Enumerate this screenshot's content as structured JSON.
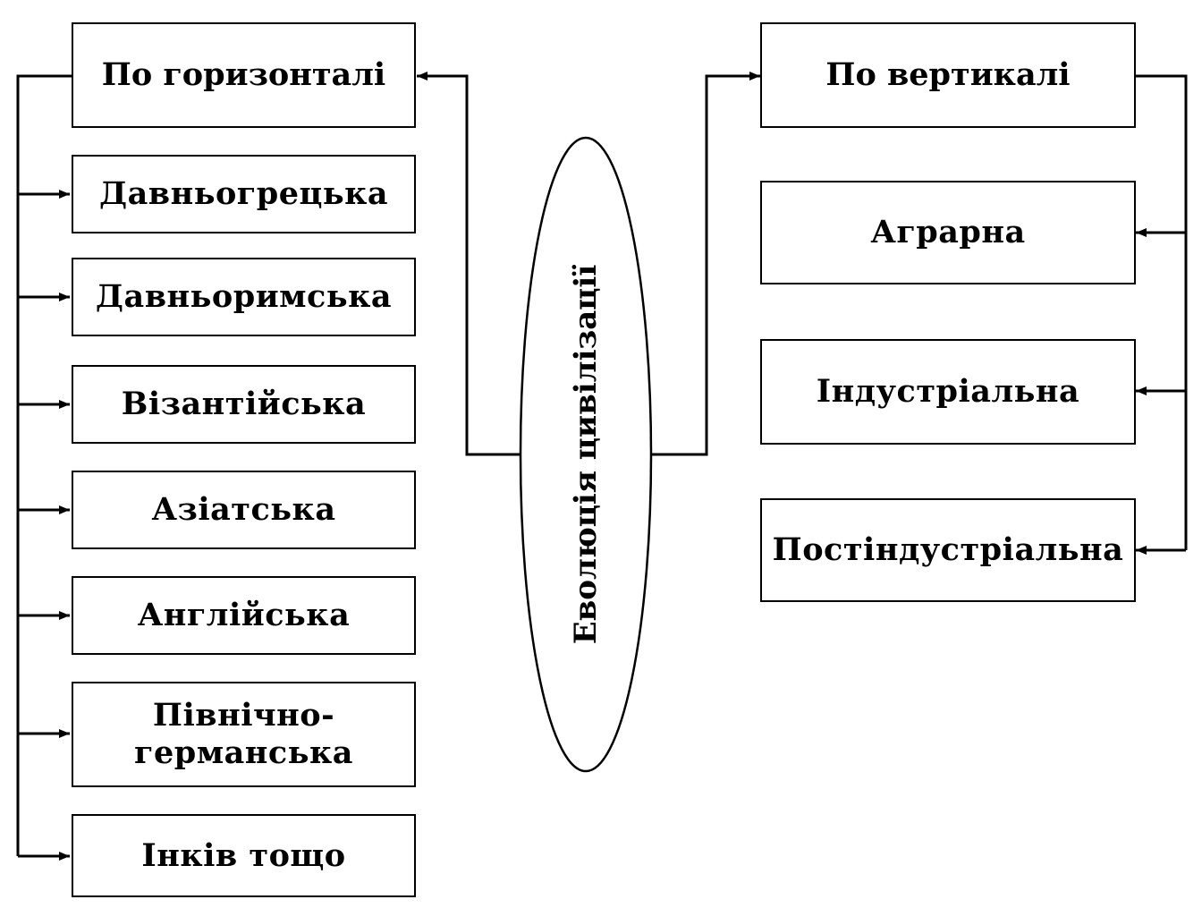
{
  "center": {
    "label": "Еволюція цивілізації"
  },
  "left": {
    "title": "По горизонталі",
    "items": [
      {
        "label": "Давньогрецька"
      },
      {
        "label": "Давньоримська"
      },
      {
        "label": "Візантійська"
      },
      {
        "label": "Азіатська"
      },
      {
        "label": "Англійська"
      },
      {
        "label_line1": "Північно-",
        "label_line2": "германська"
      },
      {
        "label": "Інків тощо"
      }
    ]
  },
  "right": {
    "title": "По вертикалі",
    "items": [
      {
        "label": "Аграрна"
      },
      {
        "label": "Індустріальна"
      },
      {
        "label": "Постіндустріальна"
      }
    ]
  }
}
